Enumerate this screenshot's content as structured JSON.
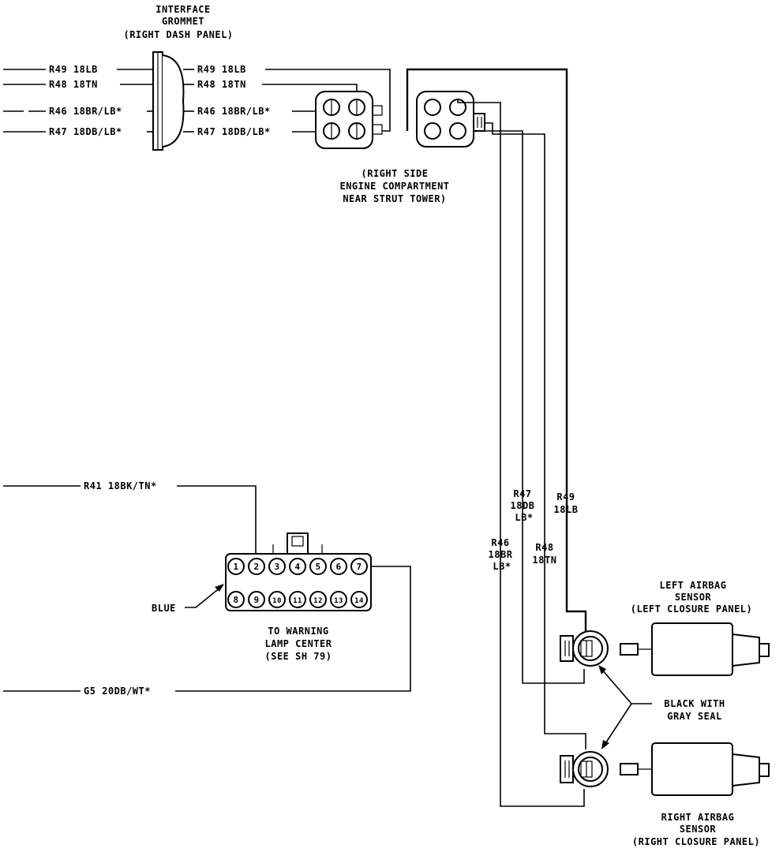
{
  "grommet": {
    "title_line1": "INTERFACE",
    "title_line2": "GROMMET",
    "title_line3": "(RIGHT DASH PANEL)"
  },
  "wires_left": [
    {
      "label": "R49  18LB"
    },
    {
      "label": "R48  18TN"
    },
    {
      "label": "R46  18BR/LB*"
    },
    {
      "label": "R47  18DB/LB*"
    }
  ],
  "wires_right": [
    {
      "label": "R49  18LB"
    },
    {
      "label": "R48  18TN"
    },
    {
      "label": "R46  18BR/LB*"
    },
    {
      "label": "R47  18DB/LB*"
    }
  ],
  "engine_connector": {
    "line1": "(RIGHT SIDE",
    "line2": "ENGINE COMPARTMENT",
    "line3": "NEAR STRUT TOWER)"
  },
  "vertical_wires": {
    "r47": [
      "R47",
      "18DB",
      "LB*"
    ],
    "r49": [
      "R49",
      "18LB"
    ],
    "r46": [
      "R46",
      "18BR",
      "LB*"
    ],
    "r48": [
      "R48",
      "18TN"
    ]
  },
  "warning_connector": {
    "r41": "R41  18BK/TN*",
    "g5": "G5  20DB/WT*",
    "blue": "BLUE",
    "caption_line1": "TO WARNING",
    "caption_line2": "LAMP CENTER",
    "caption_line3": "(SEE SH 79)",
    "pins_top": [
      "1",
      "2",
      "3",
      "4",
      "5",
      "6",
      "7"
    ],
    "pins_bottom": [
      "8",
      "9",
      "10",
      "11",
      "12",
      "13",
      "14"
    ]
  },
  "left_sensor": {
    "line1": "LEFT AIRBAG",
    "line2": "SENSOR",
    "line3": "(LEFT CLOSURE PANEL)"
  },
  "seal_note": {
    "line1": "BLACK WITH",
    "line2": "GRAY SEAL"
  },
  "right_sensor": {
    "line1": "RIGHT AIRBAG",
    "line2": "SENSOR",
    "line3": "(RIGHT CLOSURE PANEL)"
  }
}
